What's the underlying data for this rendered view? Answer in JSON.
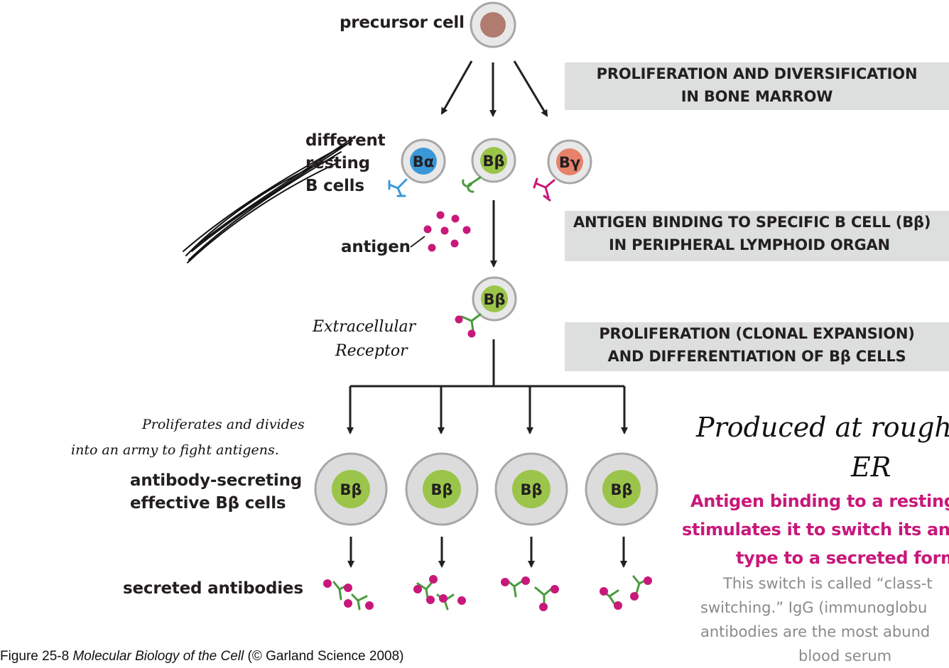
{
  "labels": {
    "precursor": "precursor cell",
    "resting": [
      "different",
      "resting",
      "B cells"
    ],
    "antigen": "antigen",
    "effective": [
      "antibody-secreting",
      "effective Bβ cells"
    ],
    "secreted": "secreted antibodies"
  },
  "banners": [
    [
      "PROLIFERATION AND DIVERSIFICATION",
      "IN BONE MARROW"
    ],
    [
      "ANTIGEN BINDING TO SPECIFIC B CELL (Bβ)",
      "IN PERIPHERAL LYMPHOID ORGAN"
    ],
    [
      "PROLIFERATION (CLONAL EXPANSION)",
      "AND DIFFERENTIATION OF Bβ CELLS"
    ]
  ],
  "cells": {
    "b_alpha": "Bα",
    "b_beta": "Bβ",
    "b_gamma": "Bγ",
    "effector": [
      "Bβ",
      "Bβ",
      "Bβ",
      "Bβ"
    ]
  },
  "handwritten": {
    "receptor": [
      "Extracellular",
      "Receptor"
    ],
    "proliferates": [
      "Proliferates and divides",
      "into an army to fight antigens."
    ],
    "rough_er": [
      "Produced at rough",
      "ER"
    ]
  },
  "notes": {
    "pink": [
      "Antigen binding to a resting",
      "stimulates it to switch its an",
      "type to a secreted form"
    ],
    "grey": [
      "This switch is called “class-t",
      "switching.”  IgG (immunoglobu",
      "antibodies are the most abund",
      "blood serum"
    ]
  },
  "caption": {
    "figure": "Figure 25-8 ",
    "book": "Molecular Biology of the Cell",
    "credit": " (© Garland Science 2008)"
  },
  "colors": {
    "alpha": "#3b98d8",
    "beta": "#9bc54a",
    "gamma": "#e6826a",
    "antigen": "#c8187a",
    "antibody": "#4a9a3e",
    "membrane": "#d6d6d6",
    "pink_note": "#c8187a"
  }
}
